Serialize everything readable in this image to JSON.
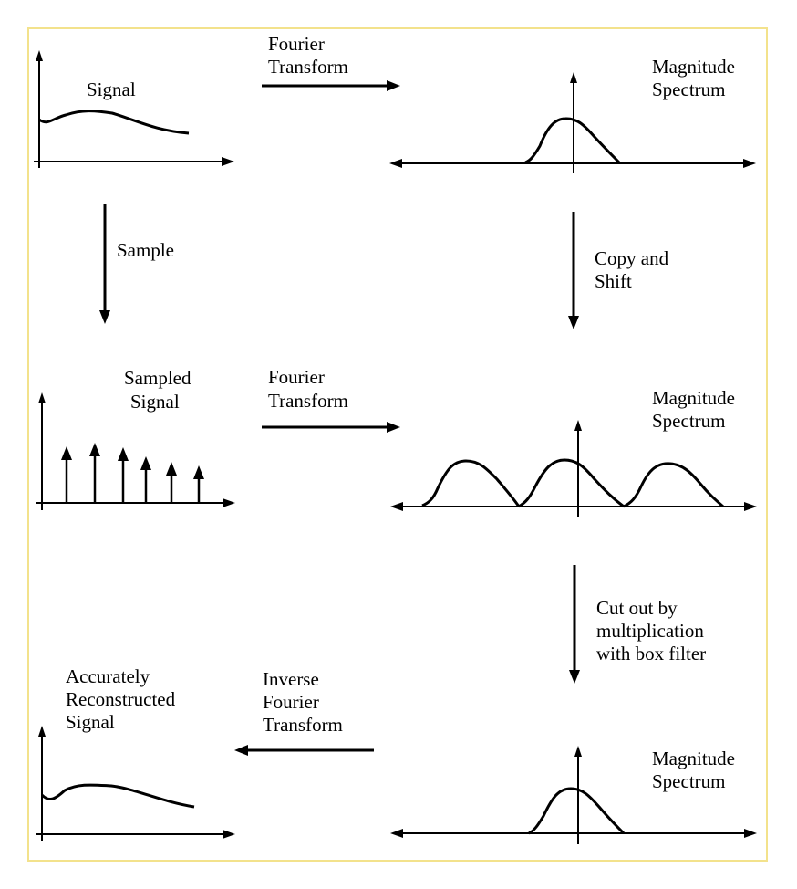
{
  "panels": {
    "signal": {
      "label": "Signal"
    },
    "sampled_signal": {
      "label_lines": [
        "Sampled",
        "Signal"
      ]
    },
    "reconstructed_signal": {
      "label_lines": [
        "Accurately",
        "Reconstructed",
        "Signal"
      ]
    },
    "spectrum_top": {
      "label_lines": [
        "Magnitude",
        "Spectrum"
      ]
    },
    "spectrum_middle": {
      "label_lines": [
        "Magnitude",
        "Spectrum"
      ]
    },
    "spectrum_bottom": {
      "label_lines": [
        "Magnitude",
        "Spectrum"
      ]
    }
  },
  "steps": {
    "fourier_top": {
      "label_lines": [
        "Fourier",
        "Transform"
      ]
    },
    "sample": {
      "label": "Sample"
    },
    "copy_shift": {
      "label_lines": [
        "Copy and",
        "Shift"
      ]
    },
    "fourier_middle": {
      "label_lines": [
        "Fourier",
        "Transform"
      ]
    },
    "cut_out": {
      "label_lines": [
        "Cut out by",
        "multiplication",
        "with box filter"
      ]
    },
    "inverse_fourier": {
      "label_lines": [
        "Inverse",
        "Fourier",
        "Transform"
      ]
    }
  },
  "colors": {
    "border": "#f3e28c",
    "ink": "#000000",
    "background": "#ffffff"
  }
}
